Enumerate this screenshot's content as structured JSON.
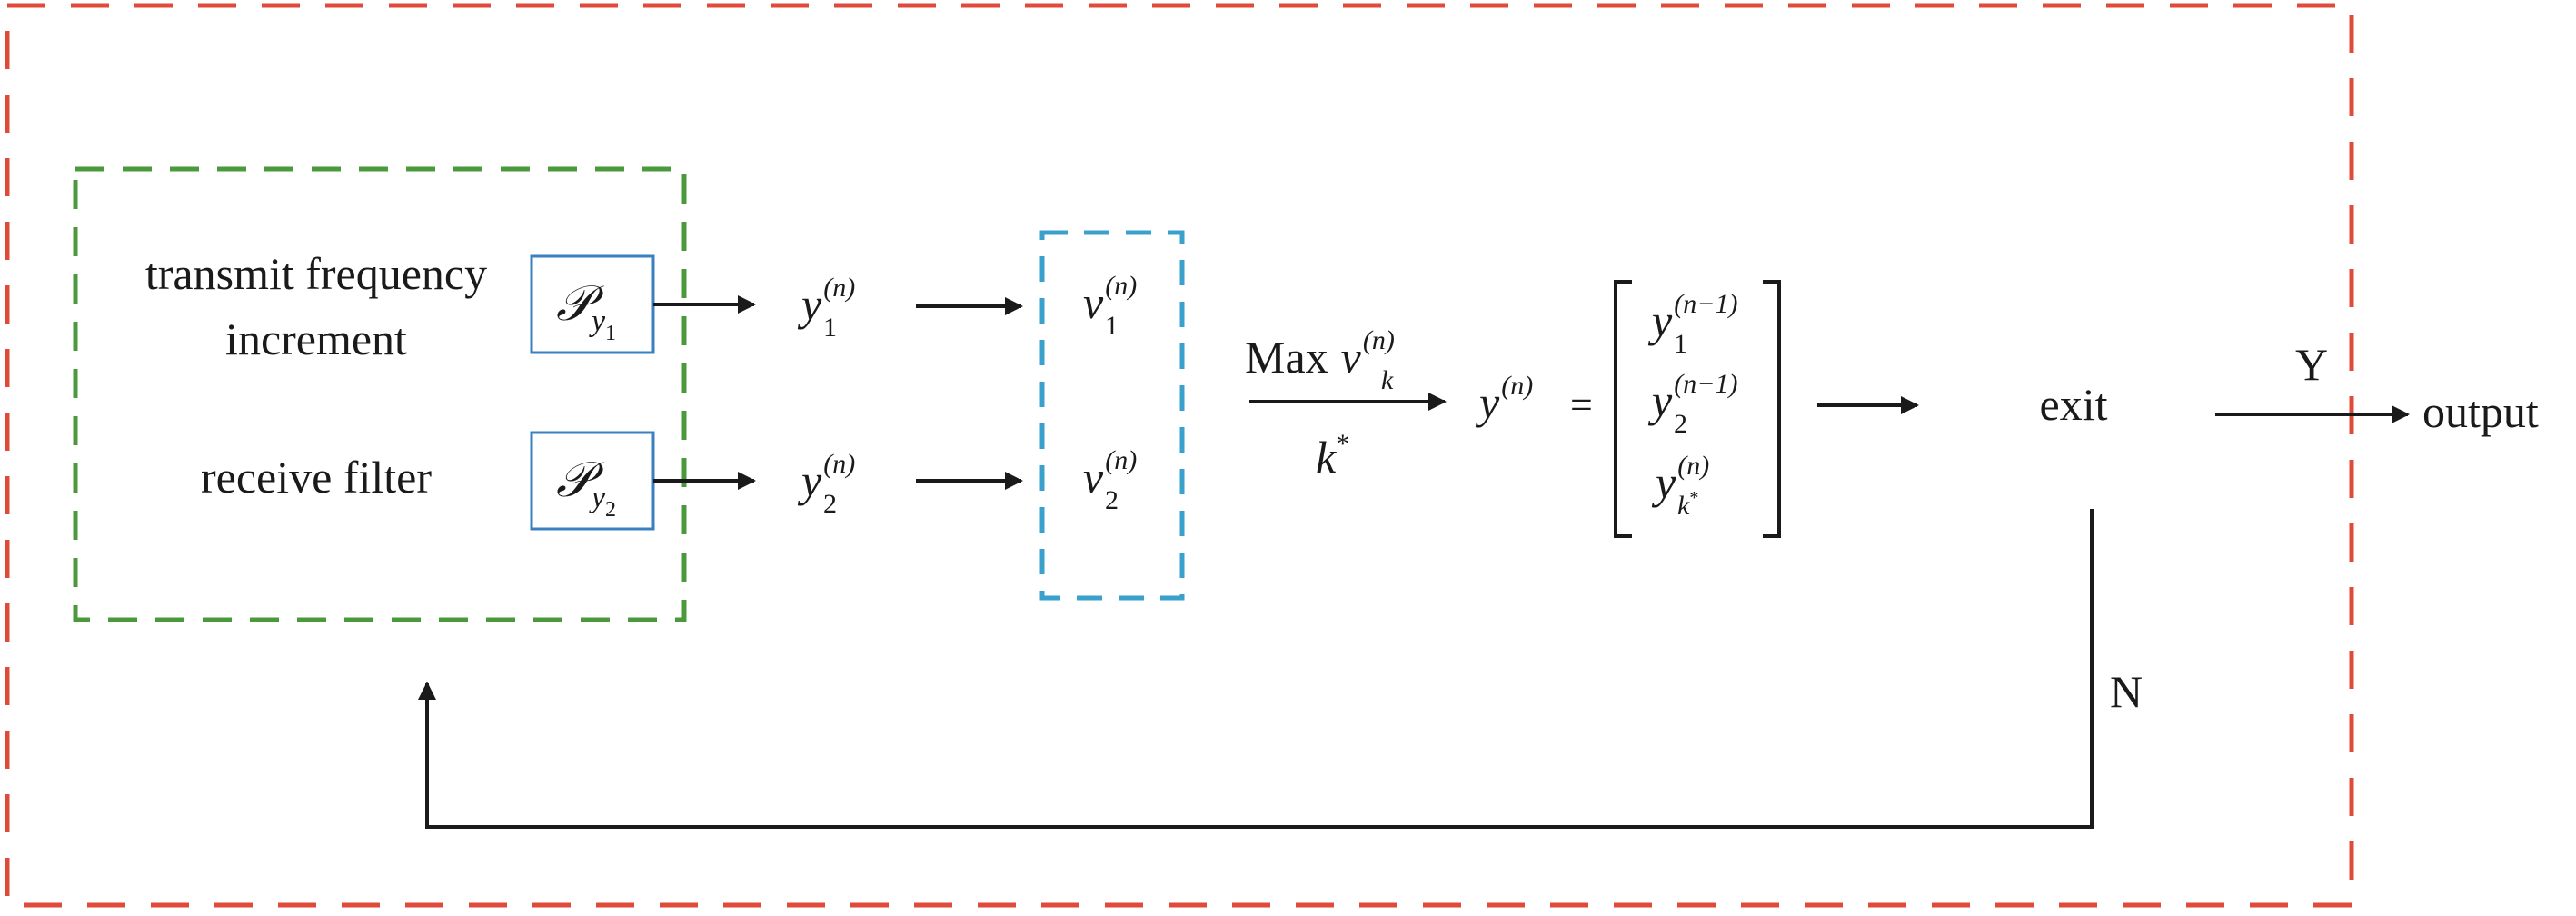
{
  "diagram": {
    "labels": {
      "transmit_line1": "transmit frequency",
      "transmit_line2": "increment",
      "receive": "receive filter",
      "max": "Max",
      "exit": "exit",
      "output": "output",
      "yes": "Y",
      "no": "N"
    },
    "symbols": {
      "script_p": "𝒫",
      "y": "y",
      "v": "v",
      "k": "k",
      "sub_1": "1",
      "sub_2": "2",
      "sup_n": "(n)",
      "sup_n_minus_1": "(n−1)",
      "star": "*",
      "equals": "="
    },
    "colors": {
      "outer_border": "#e04a3a",
      "green_border": "#4a9a3c",
      "blue_border": "#3aa0cc",
      "box_border": "#3a80c0",
      "stroke": "#1a1a1a"
    }
  }
}
